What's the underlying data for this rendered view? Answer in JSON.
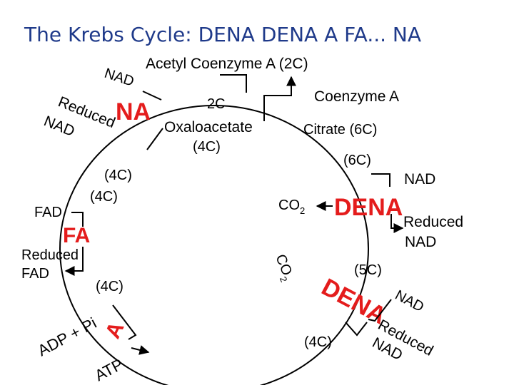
{
  "title": "The Krebs Cycle: DENA DENA A FA... NA",
  "colors": {
    "title": "#1f3a8a",
    "enzyme": "#e41c1c",
    "text": "#000000",
    "line": "#000000"
  },
  "inputs": {
    "acetyl_coa": "Acetyl Coenzyme A (2C)",
    "two_c": "2C",
    "oxaloacetate_name": "Oxaloacetate",
    "oxaloacetate_carbons": "(4C)",
    "coenzyme_a": "Coenzyme A",
    "citrate": "Citrate (6C)",
    "six_c": "(6C)"
  },
  "steps": {
    "dena_1": {
      "label": "DENA",
      "input": "NAD",
      "output_line1": "Reduced",
      "output_line2": "NAD",
      "byproduct_main": "CO",
      "byproduct_sub": "2"
    },
    "dena_2": {
      "carbons": "(5C)",
      "letters": [
        "D",
        "E",
        "N",
        "A"
      ],
      "input": "NAD",
      "byproduct_main": "CO",
      "byproduct_sub": "2",
      "output_carbons": "(4C)",
      "output_line1": "Reduced",
      "output_line2": "NAD"
    },
    "atp_step": {
      "label": "A",
      "carbons": "(4C)",
      "input": "ADP + Pi",
      "output": "ATP"
    },
    "fad_step": {
      "label": "FA",
      "carbons_a": "(4C)",
      "carbons_b": "(4C)",
      "input": "FAD",
      "output_line1": "Reduced",
      "output_line2": "FAD"
    },
    "nad_step": {
      "label": "NA",
      "input": "NAD",
      "output_line1": "Reduced",
      "output_line2": "NAD"
    }
  }
}
